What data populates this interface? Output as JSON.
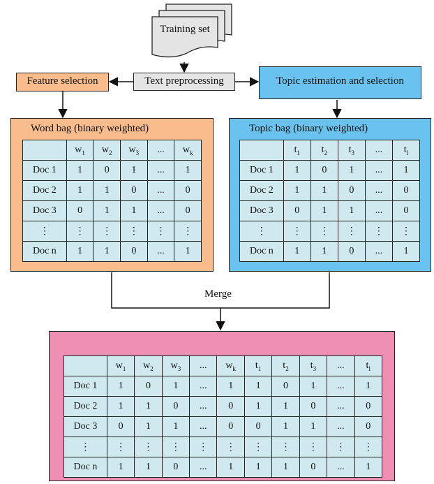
{
  "training_set": "Training set",
  "text_preprocessing": "Text preprocessing",
  "feature_selection": "Feature selection",
  "topic_estimation": "Topic estimation and selection",
  "merge": "Merge",
  "colors": {
    "orange": "#f9bc8c",
    "blue": "#6ac3ef",
    "pink": "#f08fb4",
    "cell": "#cfe9ee",
    "grey": "#e5e5e5"
  },
  "word_bag": {
    "title": "Word bag (binary weighted)",
    "headers": [
      "w1",
      "w2",
      "w3",
      "...",
      "wk"
    ],
    "rows": [
      {
        "label": "Doc 1",
        "cells": [
          "1",
          "0",
          "1",
          "...",
          "1"
        ]
      },
      {
        "label": "Doc 2",
        "cells": [
          "1",
          "1",
          "0",
          "...",
          "0"
        ]
      },
      {
        "label": "Doc 3",
        "cells": [
          "0",
          "1",
          "1",
          "...",
          "0"
        ]
      },
      {
        "label": "⋮",
        "cells": [
          "⋮",
          "⋮",
          "⋮",
          "⋮",
          "⋮"
        ]
      },
      {
        "label": "Doc n",
        "cells": [
          "1",
          "1",
          "0",
          "...",
          "1"
        ]
      }
    ]
  },
  "topic_bag": {
    "title": "Topic bag (binary weighted)",
    "headers": [
      "t1",
      "t2",
      "t3",
      "...",
      "tl"
    ],
    "rows": [
      {
        "label": "Doc 1",
        "cells": [
          "1",
          "0",
          "1",
          "...",
          "1"
        ]
      },
      {
        "label": "Doc 2",
        "cells": [
          "1",
          "1",
          "0",
          "...",
          "0"
        ]
      },
      {
        "label": "Doc 3",
        "cells": [
          "0",
          "1",
          "1",
          "...",
          "0"
        ]
      },
      {
        "label": "⋮",
        "cells": [
          "⋮",
          "⋮",
          "⋮",
          "⋮",
          "⋮"
        ]
      },
      {
        "label": "Doc n",
        "cells": [
          "1",
          "1",
          "0",
          "...",
          "1"
        ]
      }
    ]
  },
  "merged": {
    "headers": [
      "w1",
      "w2",
      "w3",
      "...",
      "wk",
      "t1",
      "t2",
      "t3",
      "...",
      "tl"
    ],
    "rows": [
      {
        "label": "Doc 1",
        "cells": [
          "1",
          "0",
          "1",
          "...",
          "1",
          "1",
          "0",
          "1",
          "...",
          "1"
        ]
      },
      {
        "label": "Doc 2",
        "cells": [
          "1",
          "1",
          "0",
          "...",
          "0",
          "1",
          "1",
          "0",
          "...",
          "0"
        ]
      },
      {
        "label": "Doc 3",
        "cells": [
          "0",
          "1",
          "1",
          "...",
          "0",
          "0",
          "1",
          "1",
          "...",
          "0"
        ]
      },
      {
        "label": "⋮",
        "cells": [
          "⋮",
          "⋮",
          "⋮",
          "⋮",
          "⋮",
          "⋮",
          "⋮",
          "⋮",
          "⋮",
          "⋮"
        ]
      },
      {
        "label": "Doc n",
        "cells": [
          "1",
          "1",
          "0",
          "...",
          "1",
          "1",
          "1",
          "0",
          "...",
          "1"
        ]
      }
    ]
  }
}
